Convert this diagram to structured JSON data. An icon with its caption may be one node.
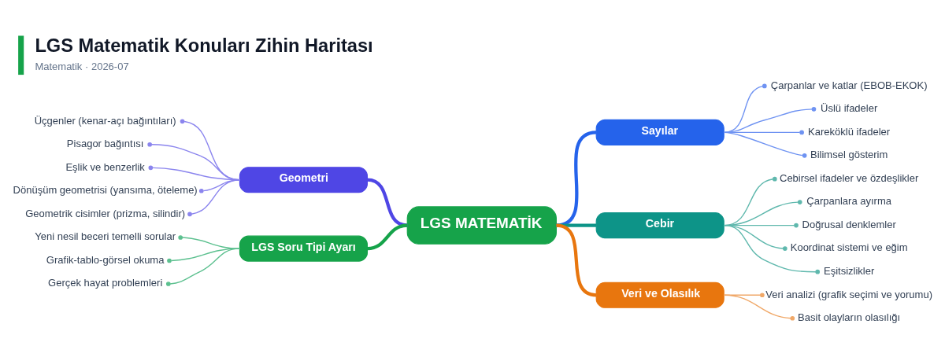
{
  "diagram": {
    "title": "LGS Matematik Konuları Zihin Haritası",
    "caption": "Matematik · 2026-07",
    "nodes": [
      {
        "text": [
          "LGS MATEMATİK"
        ]
      },
      {
        "text": [
          "Geometri"
        ]
      },
      {
        "text": [
          "Üçgenler (kenar-açı bağıntıları)"
        ]
      },
      {
        "text": [
          "Pisagor bağıntısı"
        ]
      },
      {
        "text": [
          "Eşlik ve benzerlik"
        ]
      },
      {
        "text": [
          "Dönüşüm geometrisi (yansıma, öteleme)"
        ]
      },
      {
        "text": [
          "Geometrik cisimler (prizma, silindir)"
        ]
      },
      {
        "text": [
          "LGS Soru Tipi Ayarı"
        ]
      },
      {
        "text": [
          "Yeni nesil beceri temelli sorular"
        ]
      },
      {
        "text": [
          "Grafik-tablo-görsel okuma"
        ]
      },
      {
        "text": [
          "Gerçek hayat problemleri"
        ]
      },
      {
        "text": [
          "Sayılar"
        ]
      },
      {
        "text": [
          "Çarpanlar ve katlar (EBOB-EKOK)"
        ]
      },
      {
        "text": [
          "Üslü ifadeler"
        ]
      },
      {
        "text": [
          "Kareköklü ifadeler"
        ]
      },
      {
        "text": [
          "Bilimsel gösterim"
        ]
      },
      {
        "text": [
          "Cebir"
        ]
      },
      {
        "text": [
          "Cebirsel ifadeler ve özdeşlikler"
        ]
      },
      {
        "text": [
          "Çarpanlara ayırma"
        ]
      },
      {
        "text": [
          "Doğrusal denklemler"
        ]
      },
      {
        "text": [
          "Koordinat sistemi ve eğim"
        ]
      },
      {
        "text": [
          "Eşitsizlikler"
        ]
      },
      {
        "text": [
          "Veri ve Olasılık"
        ]
      },
      {
        "text": [
          "Veri analizi (grafik seçimi ve yorumu)"
        ]
      },
      {
        "text": [
          "Basit olayların olasılığı"
        ]
      }
    ],
    "edges": [
      {
        "from": 2,
        "to": 1,
        "arrow": "other",
        "color": "#8b85ee"
      },
      {
        "from": 3,
        "to": 1,
        "arrow": "other",
        "color": "#8b85ee"
      },
      {
        "from": 4,
        "to": 1,
        "arrow": "other",
        "color": "#8b85ee"
      },
      {
        "from": 5,
        "to": 1,
        "arrow": "other",
        "color": "#8b85ee"
      },
      {
        "from": 6,
        "to": 1,
        "arrow": "other",
        "color": "#8b85ee"
      },
      {
        "from": 1,
        "to": 0,
        "arrow": "none",
        "style": "thick",
        "color": "#4f46e5"
      },
      {
        "from": 8,
        "to": 7,
        "arrow": "other",
        "color": "#5cc08f"
      },
      {
        "from": 9,
        "to": 7,
        "arrow": "other",
        "color": "#5cc08f"
      },
      {
        "from": 10,
        "to": 7,
        "arrow": "other",
        "color": "#5cc08f"
      },
      {
        "from": 7,
        "to": 0,
        "arrow": "none",
        "style": "thick",
        "color": "#16a34a"
      },
      {
        "from": 0,
        "to": 11,
        "arrow": "none",
        "style": "thick",
        "color": "#2563eb"
      },
      {
        "from": 11,
        "to": 12,
        "arrow": "other",
        "color": "#6f93f2"
      },
      {
        "from": 11,
        "to": 13,
        "arrow": "other",
        "color": "#6f93f2"
      },
      {
        "from": 11,
        "to": 14,
        "arrow": "other",
        "color": "#6f93f2"
      },
      {
        "from": 11,
        "to": 15,
        "arrow": "other",
        "color": "#6f93f2"
      },
      {
        "from": 0,
        "to": 16,
        "arrow": "none",
        "style": "thick",
        "color": "#0d9488"
      },
      {
        "from": 16,
        "to": 17,
        "arrow": "other",
        "color": "#5fb8ad"
      },
      {
        "from": 16,
        "to": 18,
        "arrow": "other",
        "color": "#5fb8ad"
      },
      {
        "from": 16,
        "to": 19,
        "arrow": "other",
        "color": "#5fb8ad"
      },
      {
        "from": 16,
        "to": 20,
        "arrow": "other",
        "color": "#5fb8ad"
      },
      {
        "from": 16,
        "to": 21,
        "arrow": "other",
        "color": "#5fb8ad"
      },
      {
        "from": 0,
        "to": 22,
        "arrow": "none",
        "style": "thick",
        "color": "#e8760e"
      },
      {
        "from": 22,
        "to": 23,
        "arrow": "other",
        "color": "#f0a868"
      },
      {
        "from": 22,
        "to": 24,
        "arrow": "other",
        "color": "#f0a868"
      }
    ]
  }
}
